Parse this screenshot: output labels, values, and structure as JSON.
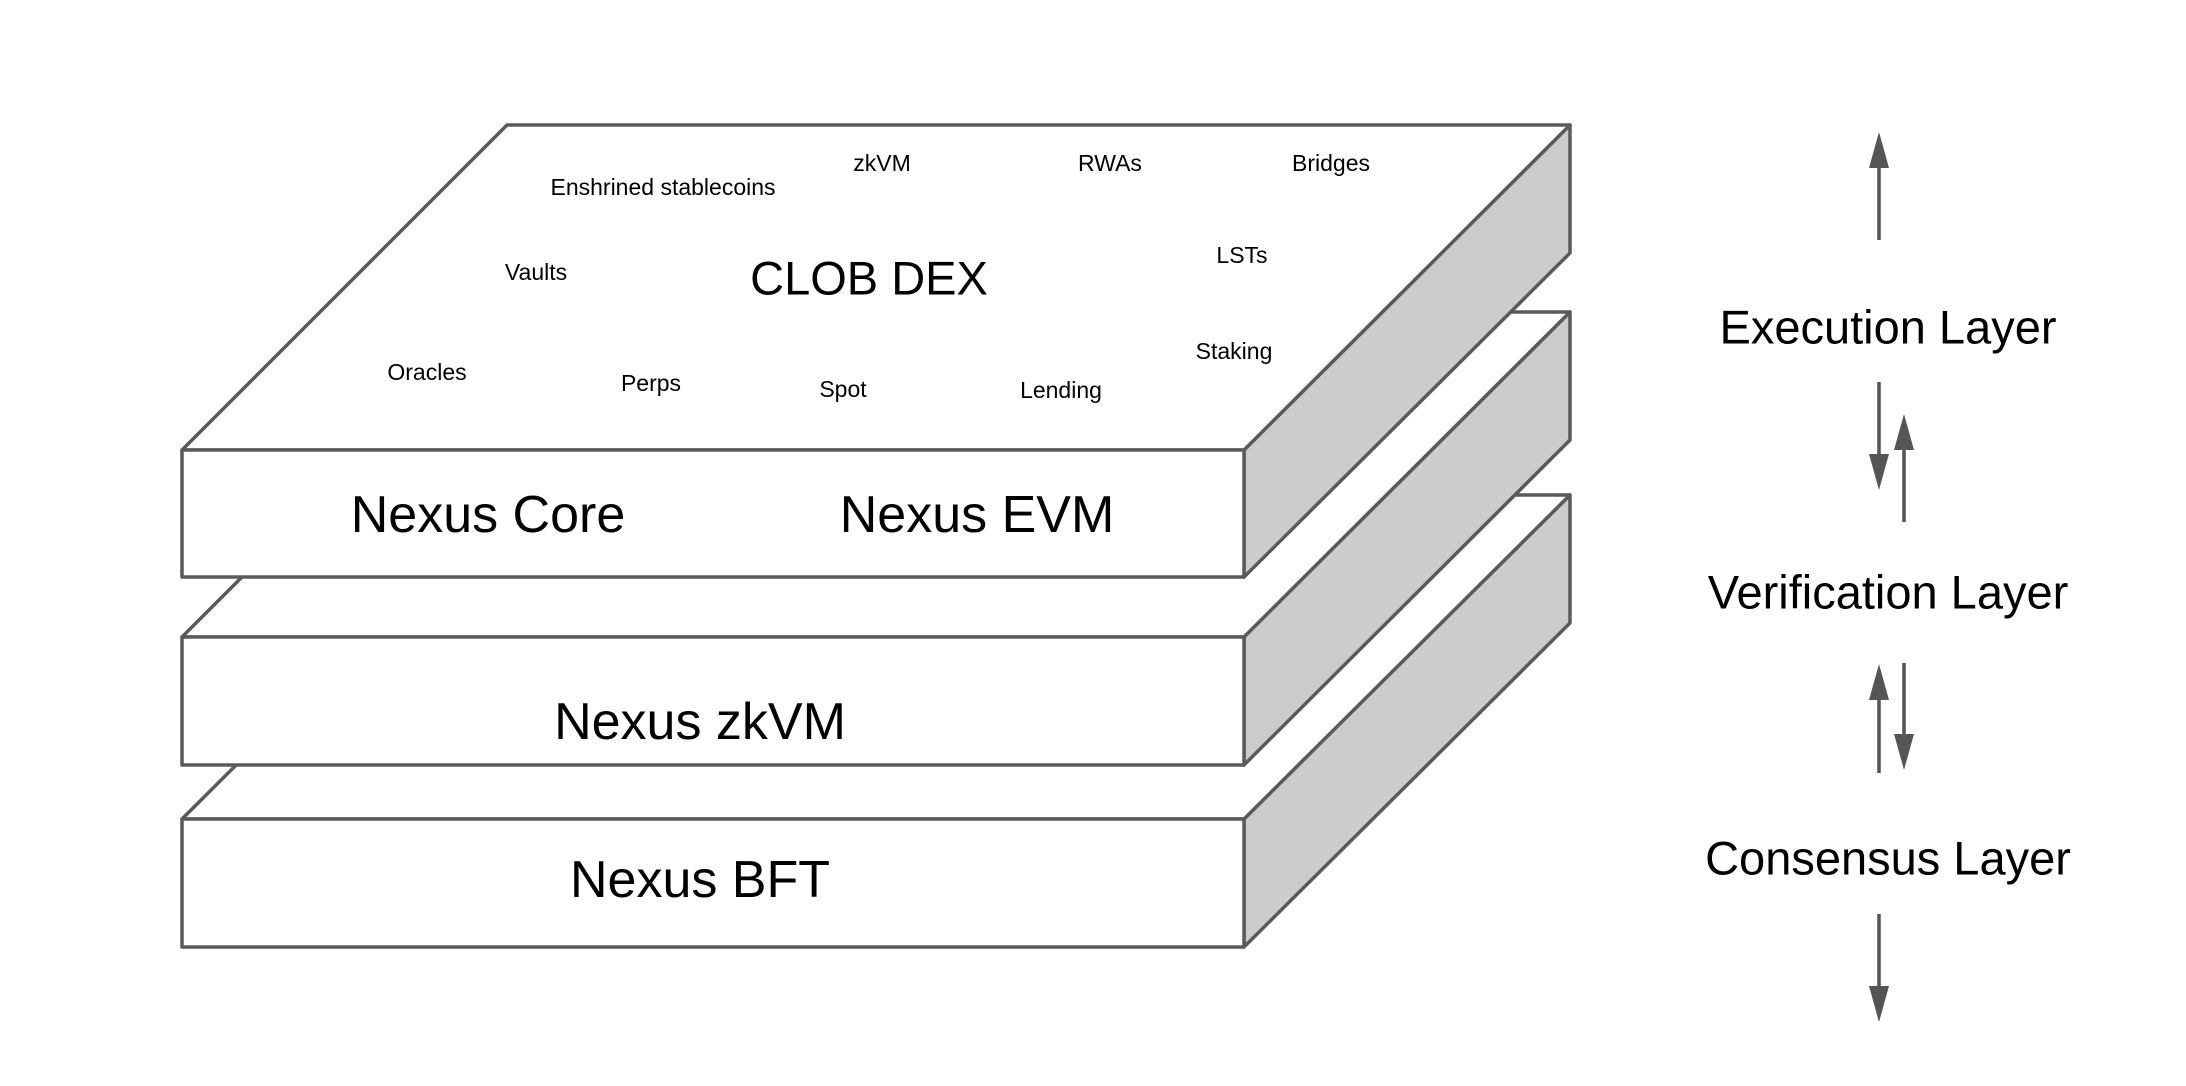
{
  "diagram": {
    "colors": {
      "face": "#ffffff",
      "side": "#cccccc",
      "edge": "#5a5a5a",
      "arrow": "#555555",
      "text": "#000000"
    },
    "top_block": {
      "labels": {
        "title": "CLOB DEX",
        "enshrined_stablecoins": "Enshrined stablecoins",
        "zkvm": "zkVM",
        "rwas": "RWAs",
        "bridges": "Bridges",
        "vaults": "Vaults",
        "lsts": "LSTs",
        "oracles": "Oracles",
        "perps": "Perps",
        "spot": "Spot",
        "lending": "Lending",
        "staking": "Staking"
      },
      "front": {
        "left": "Nexus Core",
        "right": "Nexus EVM"
      }
    },
    "middle_block": {
      "front": "Nexus zkVM"
    },
    "bottom_block": {
      "front": "Nexus BFT"
    },
    "layers": {
      "execution": "Execution Layer",
      "verification": "Verification Layer",
      "consensus": "Consensus Layer"
    },
    "arrows": [
      {
        "name": "arrow-up-top",
        "direction": "up"
      },
      {
        "name": "arrow-down-exec-to-verif",
        "direction": "down"
      },
      {
        "name": "arrow-up-verif-to-exec",
        "direction": "up"
      },
      {
        "name": "arrow-up-cons-to-verif",
        "direction": "up"
      },
      {
        "name": "arrow-down-verif-to-cons",
        "direction": "down"
      },
      {
        "name": "arrow-down-bottom",
        "direction": "down"
      }
    ]
  }
}
